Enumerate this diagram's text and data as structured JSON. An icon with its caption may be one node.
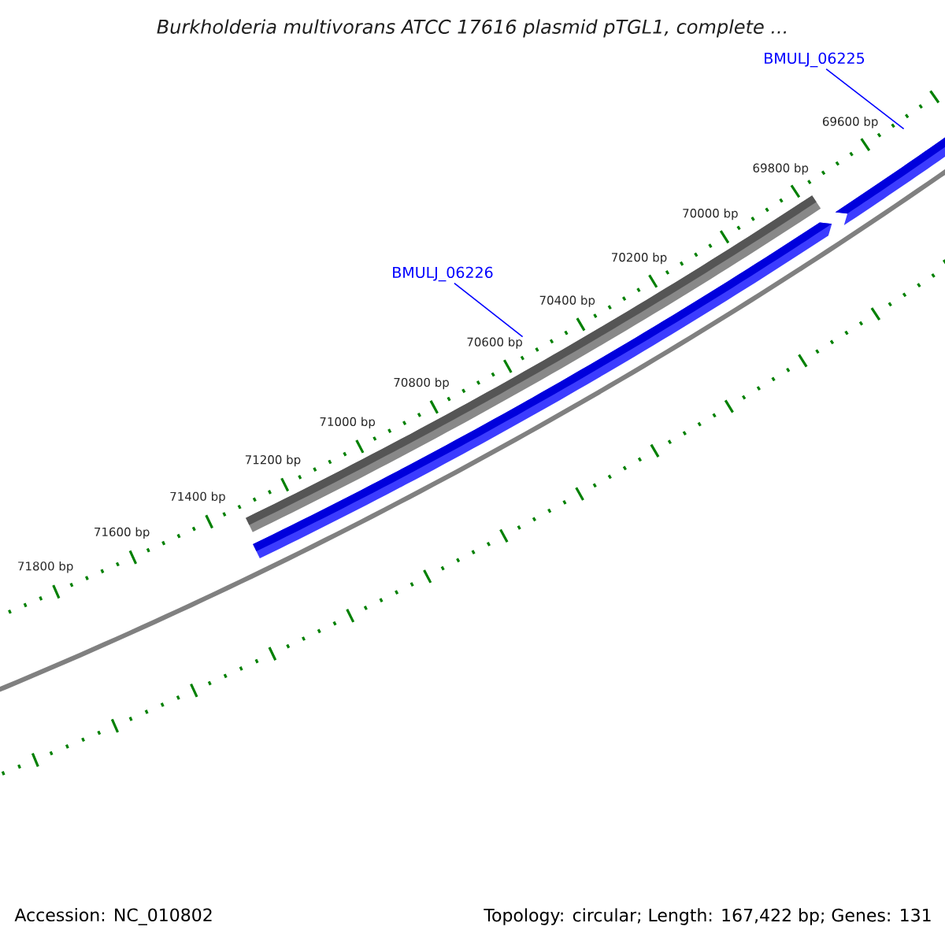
{
  "diagram": {
    "title": "Burkholderia multivorans ATCC 17616 plasmid pTGL1, complete ...",
    "nodes": [
      {
        "text": [
          "BMULJ_06225"
        ]
      },
      {
        "text": [],
        "shape": "bar"
      },
      {
        "text": [
          "BMULJ_06226"
        ]
      },
      {
        "text": [],
        "shape": "bar"
      }
    ],
    "edges": [
      {
        "from": 0,
        "to": 1,
        "arrow": "none"
      },
      {
        "from": 2,
        "to": 3,
        "arrow": "none"
      }
    ],
    "labels": [
      "69600 bp",
      "69800 bp",
      "70000 bp",
      "70200 bp",
      "70400 bp",
      "70600 bp",
      "70800 bp",
      "71000 bp",
      "71200 bp",
      "71400 bp",
      "71600 bp",
      "71800 bp",
      "Accession: NC_010802",
      "Topology: circular; Length: 167,422 bp; Genes: 131"
    ]
  }
}
